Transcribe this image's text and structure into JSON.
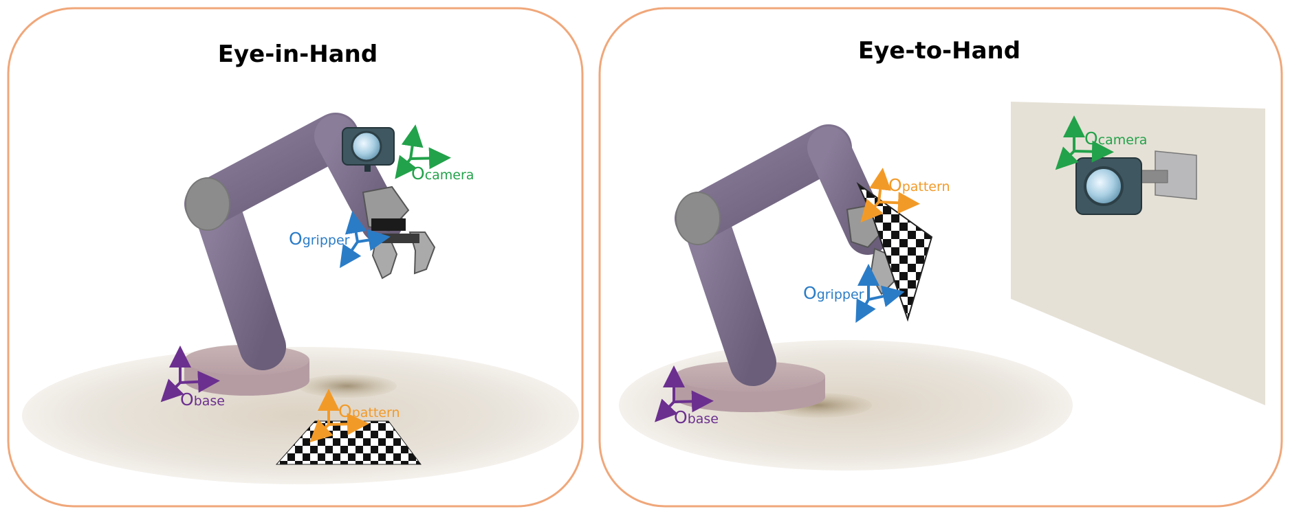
{
  "panels": [
    {
      "title": "Eye-in-Hand",
      "frames": [
        {
          "letter": "O",
          "sub": "camera",
          "color": "#22a24a"
        },
        {
          "letter": "O",
          "sub": "gripper",
          "color": "#2a7cc7"
        },
        {
          "letter": "O",
          "sub": "base",
          "color": "#6b2f8f"
        },
        {
          "letter": "O",
          "sub": "pattern",
          "color": "#f29a28"
        }
      ]
    },
    {
      "title": "Eye-to-Hand",
      "frames": [
        {
          "letter": "O",
          "sub": "camera",
          "color": "#22a24a"
        },
        {
          "letter": "O",
          "sub": "pattern",
          "color": "#f29a28"
        },
        {
          "letter": "O",
          "sub": "gripper",
          "color": "#2a7cc7"
        },
        {
          "letter": "O",
          "sub": "base",
          "color": "#6b2f8f"
        }
      ]
    }
  ],
  "colors": {
    "panel_border": "#f0a77a",
    "robot_arm": "#7b6e8c",
    "robot_joint": "#8a8a8a",
    "base_plate": "#b9a1a6",
    "floor": "#e8e3db",
    "wall": "#e6e1d6"
  }
}
